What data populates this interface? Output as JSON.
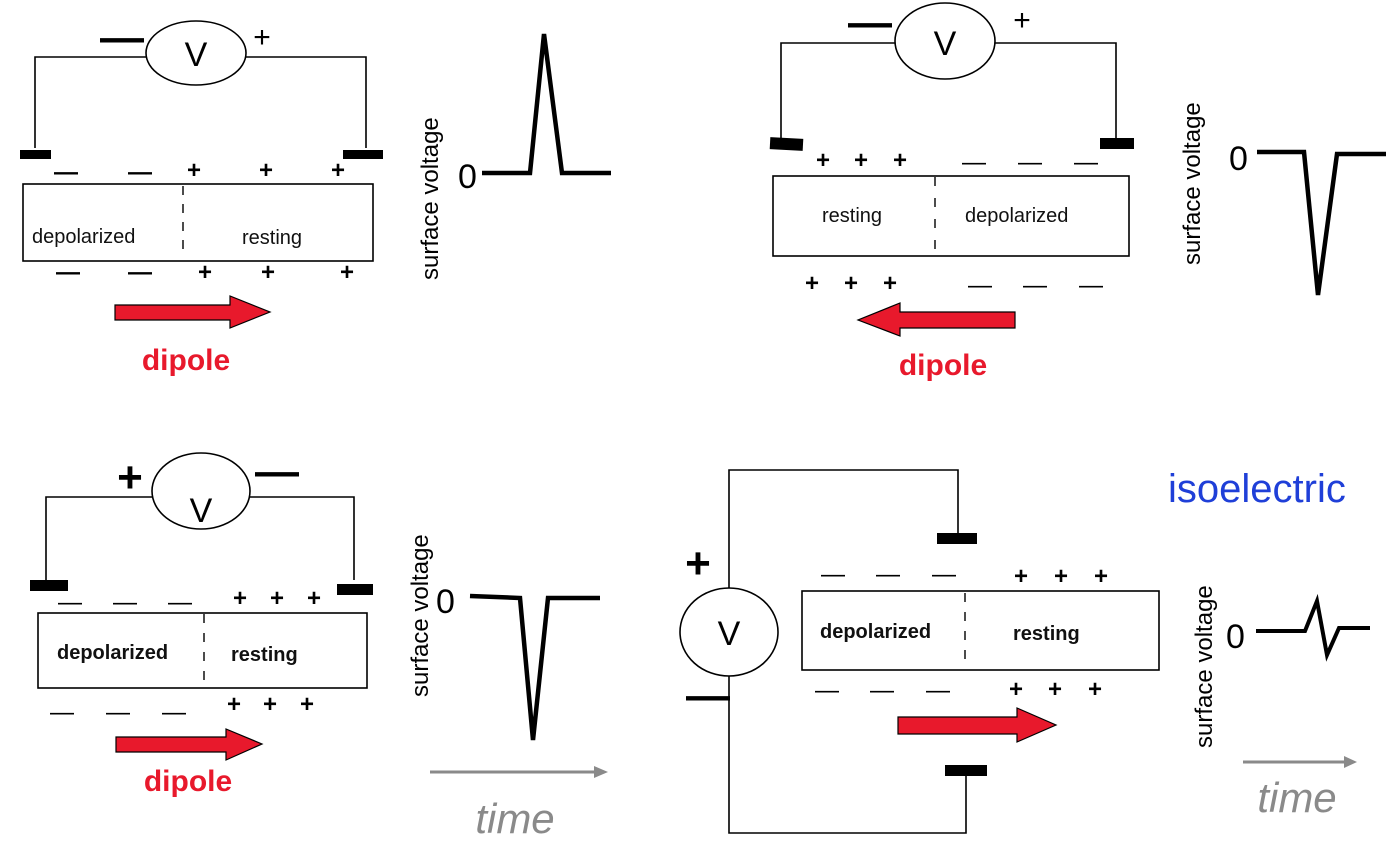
{
  "colors": {
    "stroke": "#000000",
    "dipole": "#e8192c",
    "time": "#8a8a8a",
    "isoelectric": "#1f3fd8"
  },
  "common": {
    "meter": "V",
    "axis_label": "surface voltage",
    "zero": "0",
    "dipole": "dipole",
    "time": "time",
    "plus": "+",
    "minus": "—",
    "depolarized": "depolarized",
    "resting": "resting"
  },
  "panels": {
    "top_left": {
      "polarity_left": "—",
      "polarity_right": "+",
      "regions": [
        "depolarized",
        "resting"
      ],
      "arrow": "right",
      "deflection": "positive"
    },
    "top_right": {
      "polarity_left": "—",
      "polarity_right": "+",
      "regions": [
        "resting",
        "depolarized"
      ],
      "arrow": "left",
      "deflection": "negative"
    },
    "bottom_left": {
      "polarity_left": "+",
      "polarity_right": "—",
      "regions": [
        "depolarized",
        "resting"
      ],
      "arrow": "right",
      "deflection": "negative"
    },
    "bottom_right": {
      "polarity_top": "+",
      "polarity_bottom": "—",
      "regions": [
        "depolarized",
        "resting"
      ],
      "arrow": "right",
      "deflection": "biphasic-small",
      "title": "isoelectric"
    }
  }
}
